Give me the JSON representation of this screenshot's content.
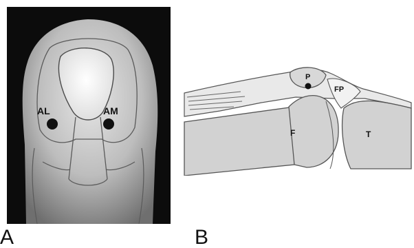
{
  "panels": {
    "a": {
      "label": "A",
      "annotations": {
        "al": "AL",
        "am": "AM"
      }
    },
    "b": {
      "label": "B",
      "annotations": {
        "p": "P",
        "fp": "FP",
        "f": "F",
        "t": "T"
      }
    }
  },
  "colors": {
    "photo_background": "#0c0c0c",
    "portal_dot": "#111111",
    "bone_fill": "#d2d2d2",
    "fat_pad_fill": "#e9e9e9",
    "outline": "#555555"
  }
}
